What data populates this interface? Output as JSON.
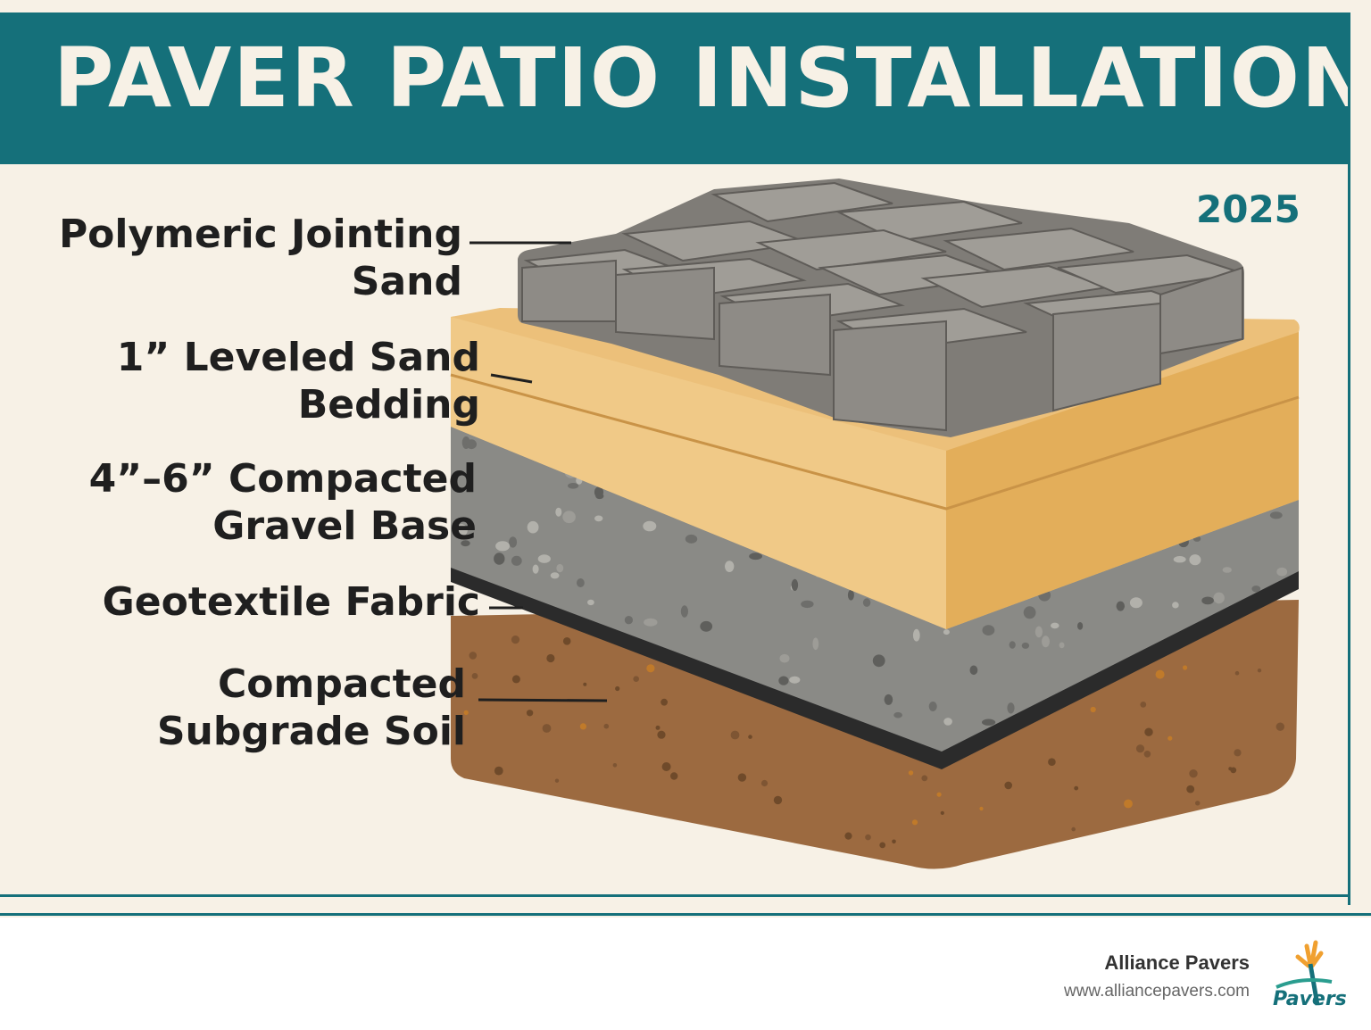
{
  "title": "PAVER PATIO INSTALLATION",
  "year": "2025",
  "layers": [
    {
      "id": "jointing-sand",
      "lines": [
        "Polymeric Jointing",
        "Sand"
      ]
    },
    {
      "id": "sand-bedding",
      "lines": [
        "1” Leveled Sand",
        "Bedding"
      ]
    },
    {
      "id": "gravel-base",
      "lines": [
        "4”–6” Compacted",
        "Gravel Base"
      ]
    },
    {
      "id": "geotextile",
      "lines": [
        "Geotextile Fabric"
      ]
    },
    {
      "id": "subgrade",
      "lines": [
        "Compacted",
        "Subgrade Soil"
      ]
    }
  ],
  "footer": {
    "company": "Alliance Pavers",
    "website": "www.alliancepavers.com",
    "logo_text": "Pavers"
  },
  "colors": {
    "accent": "#15707a",
    "background": "#f7f1e6",
    "paver": "#8f8c87",
    "sand": "#e8bb6c",
    "gravel": "#8a8a86",
    "fabric": "#2b2b2b",
    "soil": "#9c6a40"
  }
}
